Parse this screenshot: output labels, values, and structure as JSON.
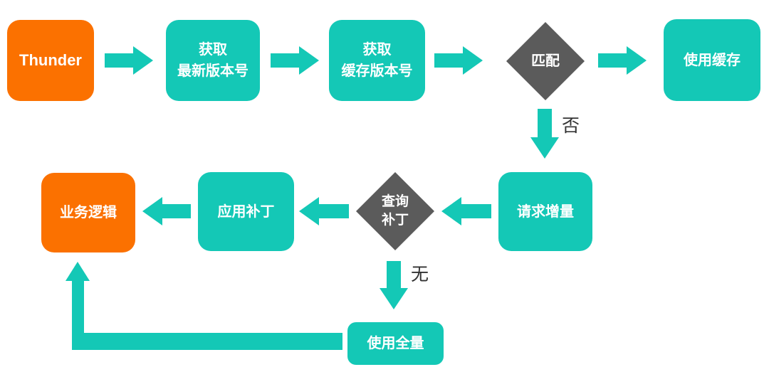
{
  "flowchart": {
    "nodes": {
      "thunder": {
        "label": "Thunder"
      },
      "get_latest_version": {
        "label": "获取\n最新版本号"
      },
      "get_cache_version": {
        "label": "获取\n缓存版本号"
      },
      "match": {
        "label": "匹配"
      },
      "use_cache": {
        "label": "使用缓存"
      },
      "request_delta": {
        "label": "请求增量"
      },
      "query_patch": {
        "label": "查询\n补丁"
      },
      "apply_patch": {
        "label": "应用补丁"
      },
      "business_logic": {
        "label": "业务逻辑"
      },
      "use_full": {
        "label": "使用全量"
      }
    },
    "edge_labels": {
      "match_no": "否",
      "patch_none": "无"
    },
    "colors": {
      "teal": "#14C8B6",
      "orange": "#FB7100",
      "diamond_gray": "#5B5B5B",
      "node_text": "#FFFFFF",
      "edge_label": "#333333",
      "background": "#FFFFFF"
    }
  }
}
